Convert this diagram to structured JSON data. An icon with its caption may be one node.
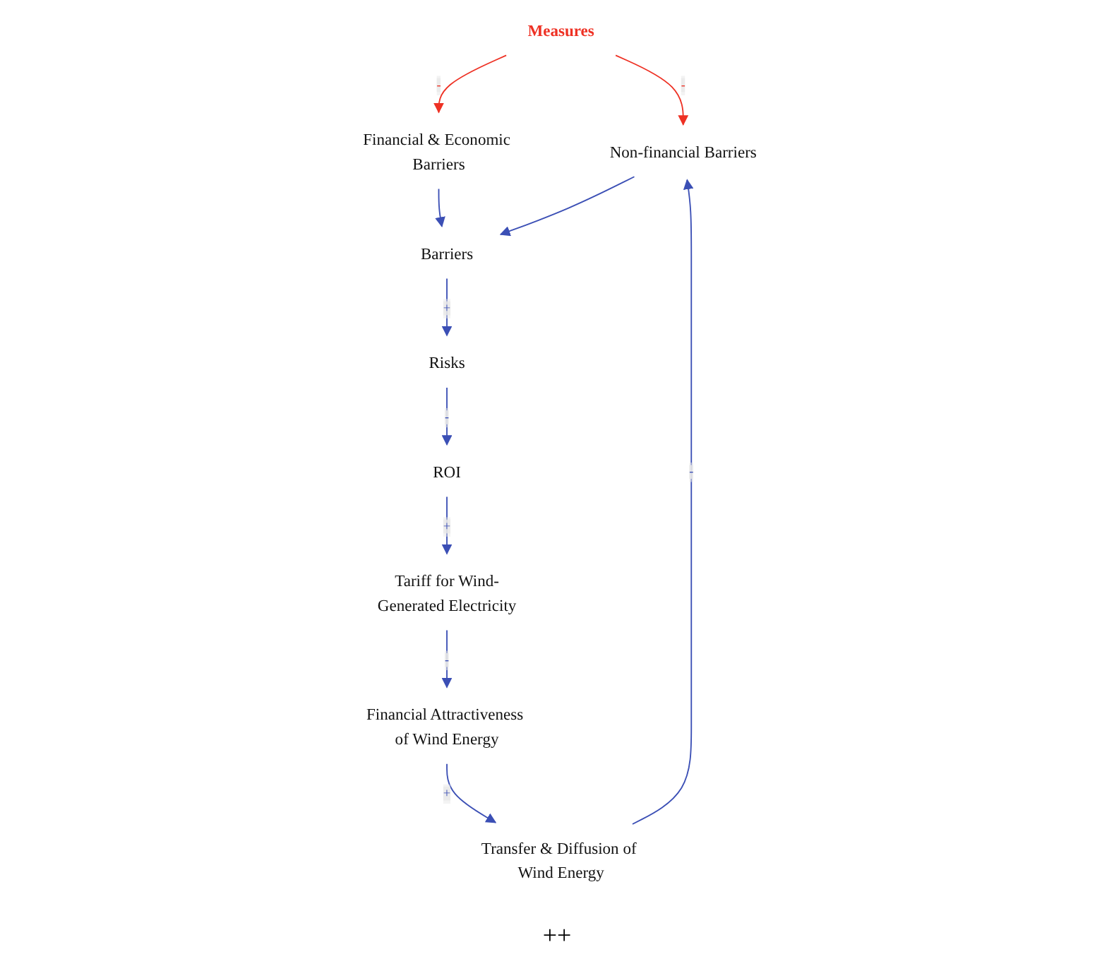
{
  "diagram": {
    "nodes": [
      {
        "text": [
          "Measures"
        ]
      },
      {
        "text": [
          "Non-financial Barriers"
        ]
      },
      {
        "text": [
          "Financial & Economic Barriers"
        ]
      },
      {
        "text": [
          "Barriers"
        ]
      },
      {
        "text": [
          "Risks"
        ]
      },
      {
        "text": [
          "ROI"
        ]
      },
      {
        "text": [
          "Tariff for Wind-Generated Electricity"
        ]
      },
      {
        "text": [
          "Financial Attractiveness of Wind Energy"
        ]
      },
      {
        "text": [
          "Transfer & Diffusion of Wind Energy"
        ]
      }
    ],
    "edges": [
      {
        "from": 0,
        "to": 1,
        "arrow": "to",
        "label": "-",
        "color": "#ee3124"
      },
      {
        "from": 0,
        "to": 2,
        "arrow": "to",
        "label": "-",
        "color": "#ee3124"
      },
      {
        "from": 8,
        "to": 1,
        "arrow": "to",
        "label": "-"
      },
      {
        "from": 2,
        "to": 3,
        "arrow": "to"
      },
      {
        "from": 1,
        "to": 3,
        "arrow": "to"
      },
      {
        "from": 3,
        "to": 4,
        "arrow": "to",
        "label": "+"
      },
      {
        "from": 4,
        "to": 5,
        "arrow": "to",
        "label": "-"
      },
      {
        "from": 5,
        "to": 6,
        "arrow": "to",
        "label": "+"
      },
      {
        "from": 6,
        "to": 7,
        "arrow": "to",
        "label": "-"
      },
      {
        "from": 7,
        "to": 8,
        "arrow": "to",
        "label": "+"
      }
    ],
    "labels": [
      "++"
    ]
  }
}
